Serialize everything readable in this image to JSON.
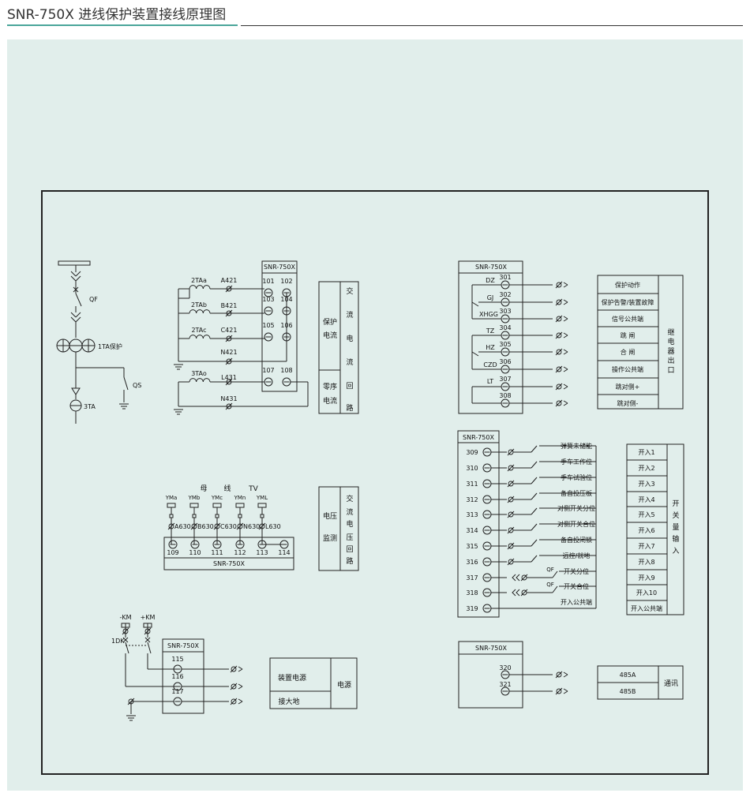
{
  "header": {
    "title": "SNR-750X 进线保护装置接线原理图"
  },
  "colors": {
    "accent": "#4aa59a",
    "panel": "#e1eeeb",
    "line": "#222222"
  },
  "device_name": "SNR-750X",
  "left_bus": {
    "qf": "QF",
    "ta": "1TA保护",
    "qs": "QS",
    "ta3": "3TA"
  },
  "ac": {
    "transformers": [
      "2TAa",
      "2TAb",
      "2TAc",
      "3TAo"
    ],
    "lines": [
      "A421",
      "B421",
      "C421",
      "N421",
      "L431",
      "N431"
    ],
    "terminals": [
      "101",
      "102",
      "103",
      "104",
      "105",
      "106",
      "107",
      "108"
    ],
    "protect_label": [
      "保护",
      "电流"
    ],
    "zero_label": [
      "零序",
      "电流"
    ],
    "vertical": [
      "交",
      "流",
      "电",
      "流",
      "回",
      "路"
    ]
  },
  "voltage": {
    "header": [
      "母",
      "线",
      "TV"
    ],
    "buses": [
      "YMa",
      "YMb",
      "YMc",
      "YMn",
      "YML"
    ],
    "lines": [
      "A630",
      "B630",
      "C630",
      "N630",
      "L630"
    ],
    "terminals": [
      "109",
      "110",
      "111",
      "112",
      "113",
      "114"
    ],
    "label": [
      "电压",
      "监测"
    ],
    "vertical": [
      "交",
      "流",
      "电",
      "压",
      "回",
      "路"
    ]
  },
  "power": {
    "km": [
      "-KM",
      "+KM"
    ],
    "dk": "1DK",
    "terminals": [
      "115",
      "116",
      "117"
    ],
    "labels": [
      "装置电源",
      "接大地"
    ],
    "group": "电源"
  },
  "relay": {
    "contacts": [
      "DZ",
      "GJ",
      "XHGG",
      "TZ",
      "HZ",
      "CZD",
      "LT"
    ],
    "terminals": [
      "301",
      "302",
      "303",
      "304",
      "305",
      "306",
      "307",
      "308"
    ],
    "outputs": [
      "保护动作",
      "保护告警/装置故障",
      "信号公共端",
      "跳  闸",
      "合  闸",
      "操作公共端",
      "跳对侧+",
      "跳对侧-"
    ],
    "vertical": [
      "继",
      "电",
      "器",
      "出",
      "口"
    ]
  },
  "inputs": {
    "terminals": [
      "309",
      "310",
      "311",
      "312",
      "313",
      "314",
      "315",
      "316",
      "317",
      "318",
      "319"
    ],
    "signals": [
      "弹簧未储能",
      "手车工作位",
      "手车试验位",
      "备自投压板",
      "对侧开关分位",
      "对侧开关合位",
      "备自投闭锁",
      "远控/就地",
      "开关分位",
      "开关合位",
      "开入公共端"
    ],
    "qf": "QF",
    "channels": [
      "开入1",
      "开入2",
      "开入3",
      "开入4",
      "开入5",
      "开入6",
      "开入7",
      "开入8",
      "开入9",
      "开入10",
      "开入公共端"
    ],
    "vertical": [
      "开",
      "关",
      "量",
      "输",
      "入"
    ]
  },
  "comm": {
    "terminals": [
      "320",
      "321"
    ],
    "labels": [
      "485A",
      "485B"
    ],
    "group": "通讯"
  }
}
